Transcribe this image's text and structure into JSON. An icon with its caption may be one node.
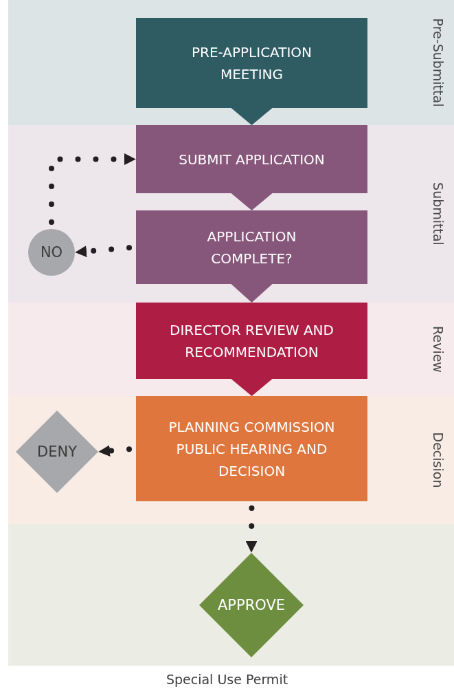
{
  "diagram": {
    "caption": "Special Use Permit",
    "nodes": [
      {
        "text": [
          "Pre-Submittal"
        ]
      },
      {
        "text": [
          "PRE-APPLICATION MEETING"
        ],
        "in": 0
      },
      {
        "text": [
          "Submittal"
        ]
      },
      {
        "text": [
          "SUBMIT APPLICATION"
        ],
        "in": 2
      },
      {
        "text": [
          "APPLICATION COMPLETE?"
        ],
        "in": 2
      },
      {
        "text": [
          "NO"
        ],
        "in": 2
      },
      {
        "text": [
          "Review"
        ]
      },
      {
        "text": [
          "DIRECTOR REVIEW AND RECOMMENDATION"
        ],
        "in": 6
      },
      {
        "text": [
          "Decision"
        ]
      },
      {
        "text": [
          "PLANNING COMMISSION PUBLIC HEARING AND DECISION"
        ],
        "in": 8
      },
      {
        "text": [
          "DENY"
        ],
        "in": 8
      },
      {
        "text": [
          "APPROVE"
        ]
      }
    ],
    "edges": [
      {
        "from": 1,
        "to": 3,
        "arrow": "to",
        "color": "#2f5b63"
      },
      {
        "from": 3,
        "to": 4,
        "arrow": "to",
        "color": "#86577a"
      },
      {
        "from": 4,
        "to": 7,
        "arrow": "to",
        "color": "#86577a"
      },
      {
        "from": 7,
        "to": 9,
        "arrow": "to",
        "color": "#ae1e44"
      },
      {
        "from": 4,
        "to": 5,
        "arrow": "to",
        "style": "dashed"
      },
      {
        "from": 5,
        "to": 3,
        "arrow": "to",
        "style": "dashed"
      },
      {
        "from": 9,
        "to": 10,
        "arrow": "to",
        "style": "dashed"
      },
      {
        "from": 9,
        "to": 11,
        "arrow": "to",
        "style": "dashed"
      }
    ]
  }
}
